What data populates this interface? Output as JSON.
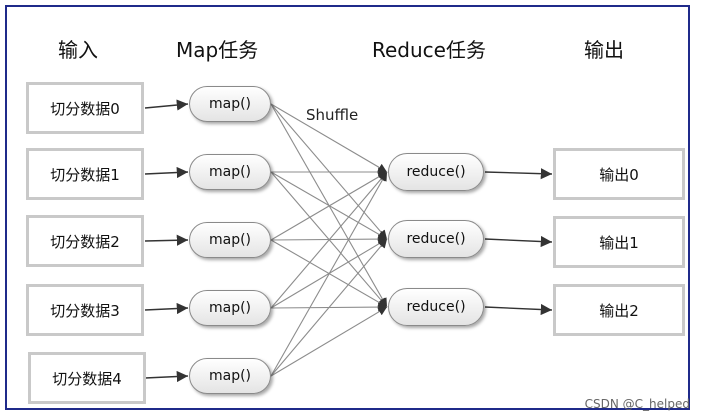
{
  "headers": {
    "input": "输入",
    "map": "Map任务",
    "reduce": "Reduce任务",
    "output": "输出"
  },
  "inputs": [
    "切分数据0",
    "切分数据1",
    "切分数据2",
    "切分数据3",
    "切分数据4"
  ],
  "maps": [
    "map()",
    "map()",
    "map()",
    "map()",
    "map()"
  ],
  "shuffle_label": "Shuffle",
  "reduces": [
    "reduce()",
    "reduce()",
    "reduce()"
  ],
  "outputs": [
    "输出0",
    "输出1",
    "输出2"
  ],
  "watermark": "CSDN @C_helped",
  "colors": {
    "frame": "#1f2a8a",
    "box_border": "#c9c9c9",
    "line": "#555555",
    "shuffle_line": "#8c8c8c"
  }
}
